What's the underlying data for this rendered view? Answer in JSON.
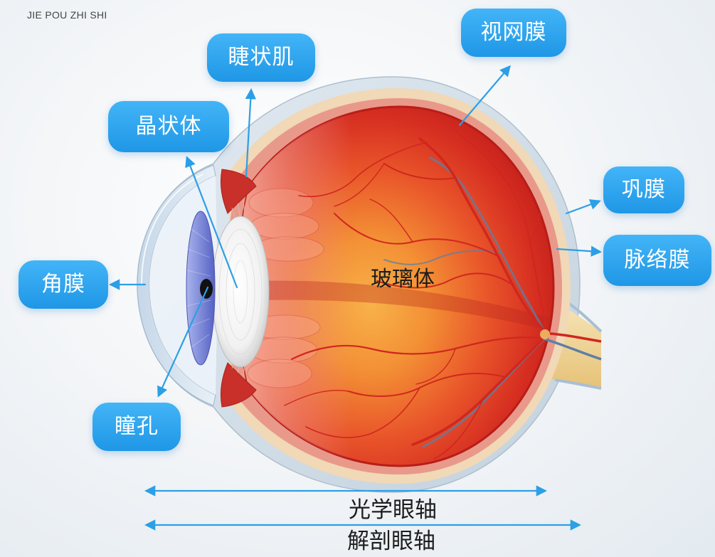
{
  "watermark": "JIE POU ZHI SHI",
  "labels": {
    "ciliary_muscle": "睫状肌",
    "retina": "视网膜",
    "lens": "晶状体",
    "sclera": "巩膜",
    "choroid": "脉络膜",
    "cornea": "角膜",
    "pupil": "瞳孔",
    "vitreous": "玻璃体"
  },
  "axes": {
    "optical": "光学眼轴",
    "anatomical": "解剖眼轴"
  },
  "colors": {
    "label_bg": "#1f97e6",
    "label_bg_light": "#43b4f7",
    "label_text": "#ffffff",
    "arrow": "#2c9fe6"
  }
}
